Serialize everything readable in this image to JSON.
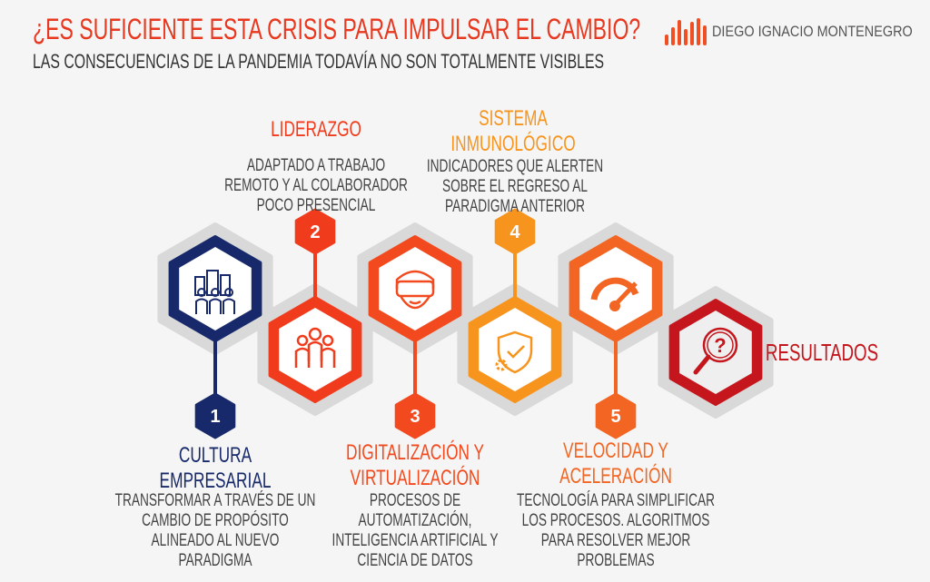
{
  "header": {
    "title": "¿ES SUFICIENTE ESTA CRISIS PARA IMPULSAR EL CAMBIO?",
    "subtitle": "LAS CONSECUENCIAS DE LA PANDEMIA TODAVÍA NO SON TOTALMENTE VISIBLES",
    "logo_text": "DIEGO IGNACIO MONTENEGRO"
  },
  "colors": {
    "title": "#e8381f",
    "navy": "#17296a",
    "red_orange": "#f03c1c",
    "orange": "#f7941d",
    "orange2": "#f26522",
    "dark_red": "#c4161c",
    "halo": "#d9d9d9"
  },
  "steps": [
    {
      "number": "1",
      "title_lines": [
        "CULTURA",
        "EMPRESARIAL"
      ],
      "desc_lines": [
        "TRANSFORMAR A TRAVÉS DE UN",
        "CAMBIO DE PROPÓSITO",
        "ALINEADO AL NUEVO",
        "PARADIGMA"
      ],
      "icon": "city-people-icon",
      "color": "#17296a"
    },
    {
      "number": "2",
      "title_lines": [
        "LIDERAZGO"
      ],
      "desc_lines": [
        "ADAPTADO A TRABAJO",
        "REMOTO Y AL COLABORADOR",
        "POCO PRESENCIAL"
      ],
      "icon": "team-icon",
      "color": "#f03c1c"
    },
    {
      "number": "3",
      "title_lines": [
        "DIGITALIZACIÓN Y",
        "VIRTUALIZACIÓN"
      ],
      "desc_lines": [
        "PROCESOS DE",
        "AUTOMATIZACIÓN,",
        "INTELIGENCIA ARTIFICIAL Y",
        "CIENCIA DE DATOS"
      ],
      "icon": "vr-headset-icon",
      "color": "#f24a1e"
    },
    {
      "number": "4",
      "title_lines": [
        "SISTEMA",
        "INMUNOLÓGICO"
      ],
      "desc_lines": [
        "INDICADORES QUE ALERTEN",
        "SOBRE EL REGRESO AL",
        "PARADIGMA ANTERIOR"
      ],
      "icon": "shield-check-icon",
      "color": "#f7941d"
    },
    {
      "number": "5",
      "title_lines": [
        "VELOCIDAD Y",
        "ACELERACIÓN"
      ],
      "desc_lines": [
        "TECNOLOGÍA PARA SIMPLIFICAR",
        "LOS PROCESOS. ALGORITMOS",
        "PARA RESOLVER MEJOR",
        "PROBLEMAS"
      ],
      "icon": "speedometer-icon",
      "color": "#f26522"
    }
  ],
  "result": {
    "label": "RESULTADOS",
    "icon": "magnifier-question-icon",
    "color": "#c4161c"
  }
}
